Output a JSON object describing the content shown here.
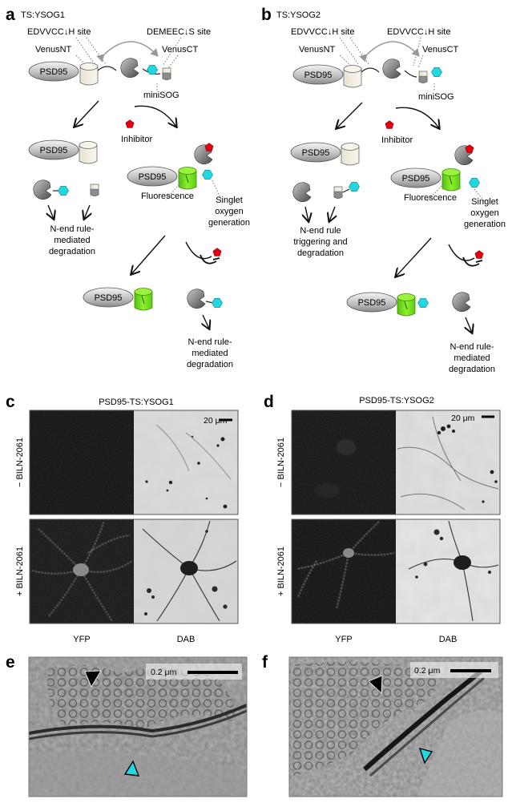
{
  "panel_a": {
    "letter": "a",
    "construct": "TS:YSOG1",
    "site_left": "EDVVCC↓H site",
    "site_right": "DEMEEC↓S site",
    "venus_nt": "VenusNT",
    "venus_ct": "VenusCT",
    "psd95": "PSD95",
    "minisog": "miniSOG",
    "inhibitor": "Inhibitor",
    "fluorescence": "Fluorescence",
    "singlet_1": "Singlet",
    "singlet_2": "oxygen",
    "singlet_3": "generation",
    "left_deg_1": "N-end rule-",
    "left_deg_2": "mediated",
    "left_deg_3": "degradation",
    "bottom_deg_1": "N-end rule-",
    "bottom_deg_2": "mediated",
    "bottom_deg_3": "degradation"
  },
  "panel_b": {
    "letter": "b",
    "construct": "TS:YSOG2",
    "site_left": "EDVVCC↓H site",
    "site_right": "EDVVCC↓H site",
    "venus_nt": "VenusNT",
    "venus_ct": "VenusCT",
    "psd95": "PSD95",
    "minisog": "miniSOG",
    "inhibitor": "Inhibitor",
    "fluorescence": "Fluorescence",
    "singlet_1": "Singlet",
    "singlet_2": "oxygen",
    "singlet_3": "generation",
    "left_deg_1": "N-end rule",
    "left_deg_2": "triggering and",
    "left_deg_3": "degradation",
    "bottom_deg_1": "N-end rule-",
    "bottom_deg_2": "mediated",
    "bottom_deg_3": "degradation"
  },
  "panel_c": {
    "letter": "c",
    "title": "PSD95-TS:YSOG1",
    "scale": "20 μm",
    "row1": "− BILN-2061",
    "row2": "+ BILN-2061",
    "col1": "YFP",
    "col2": "DAB"
  },
  "panel_d": {
    "letter": "d",
    "title": "PSD95-TS:YSOG2",
    "scale": "20 μm",
    "row1": "− BILN-2061",
    "row2": "+ BILN-2061",
    "col1": "YFP",
    "col2": "DAB"
  },
  "panel_e": {
    "letter": "e",
    "scale": "0.2 μm"
  },
  "panel_f": {
    "letter": "f",
    "scale": "0.2 μm"
  },
  "colors": {
    "cyan": "#22d8e0",
    "green": "#7be02a",
    "inhibitor": "#e00010",
    "gray": "#888888"
  }
}
